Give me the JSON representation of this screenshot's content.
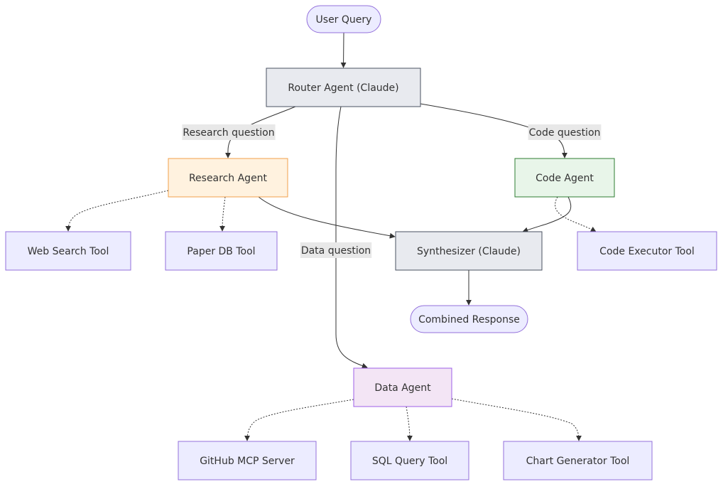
{
  "diagram": {
    "type": "flowchart",
    "direction": "top-down",
    "nodes": [
      {
        "id": "user_query",
        "label": "User Query",
        "shape": "stadium",
        "fill": "#ECECFF",
        "stroke": "#9370DB"
      },
      {
        "id": "router",
        "label": "Router Agent (Claude)",
        "shape": "rect",
        "fill": "#E8EAEF",
        "stroke": "#4A5160"
      },
      {
        "id": "research",
        "label": "Research Agent",
        "shape": "rect",
        "fill": "#FFF2DF",
        "stroke": "#F0A04B"
      },
      {
        "id": "code",
        "label": "Code Agent",
        "shape": "rect",
        "fill": "#E8F5E9",
        "stroke": "#2E7D32"
      },
      {
        "id": "web_search",
        "label": "Web Search Tool",
        "shape": "rect",
        "fill": "#ECECFF",
        "stroke": "#9370DB"
      },
      {
        "id": "paper_db",
        "label": "Paper DB Tool",
        "shape": "rect",
        "fill": "#ECECFF",
        "stroke": "#9370DB"
      },
      {
        "id": "synth",
        "label": "Synthesizer (Claude)",
        "shape": "rect",
        "fill": "#E8EAEF",
        "stroke": "#4A5160"
      },
      {
        "id": "code_exec",
        "label": "Code Executor Tool",
        "shape": "rect",
        "fill": "#ECECFF",
        "stroke": "#9370DB"
      },
      {
        "id": "combined",
        "label": "Combined Response",
        "shape": "stadium",
        "fill": "#ECECFF",
        "stroke": "#9370DB"
      },
      {
        "id": "data",
        "label": "Data Agent",
        "shape": "rect",
        "fill": "#F3E5F5",
        "stroke": "#9C5FE8"
      },
      {
        "id": "github",
        "label": "GitHub MCP Server",
        "shape": "rect",
        "fill": "#ECECFF",
        "stroke": "#9370DB"
      },
      {
        "id": "sql",
        "label": "SQL Query Tool",
        "shape": "rect",
        "fill": "#ECECFF",
        "stroke": "#9370DB"
      },
      {
        "id": "chart",
        "label": "Chart Generator Tool",
        "shape": "rect",
        "fill": "#ECECFF",
        "stroke": "#9370DB"
      }
    ],
    "edges": [
      {
        "from": "user_query",
        "to": "router",
        "style": "solid",
        "label": ""
      },
      {
        "from": "router",
        "to": "research",
        "style": "solid",
        "label": "Research question"
      },
      {
        "from": "router",
        "to": "code",
        "style": "solid",
        "label": "Code question"
      },
      {
        "from": "router",
        "to": "data",
        "style": "solid",
        "label": "Data question"
      },
      {
        "from": "research",
        "to": "web_search",
        "style": "dotted",
        "label": ""
      },
      {
        "from": "research",
        "to": "paper_db",
        "style": "dotted",
        "label": ""
      },
      {
        "from": "research",
        "to": "synth",
        "style": "solid",
        "label": ""
      },
      {
        "from": "code",
        "to": "synth",
        "style": "solid",
        "label": ""
      },
      {
        "from": "code",
        "to": "code_exec",
        "style": "dotted",
        "label": ""
      },
      {
        "from": "synth",
        "to": "combined",
        "style": "solid",
        "label": ""
      },
      {
        "from": "data",
        "to": "github",
        "style": "dotted",
        "label": ""
      },
      {
        "from": "data",
        "to": "sql",
        "style": "dotted",
        "label": ""
      },
      {
        "from": "data",
        "to": "chart",
        "style": "dotted",
        "label": ""
      }
    ],
    "edge_color": "#333333",
    "label_bg": "#E8E8E8"
  }
}
